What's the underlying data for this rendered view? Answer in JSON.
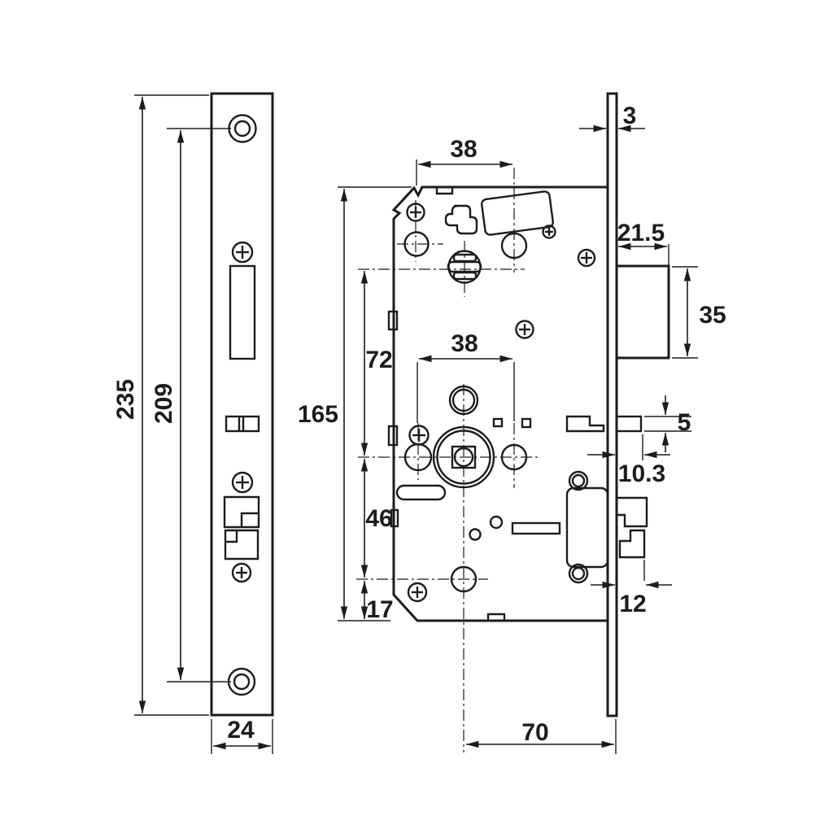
{
  "drawing": {
    "title": "mortise-lock-technical-drawing",
    "units": "mm",
    "colors": {
      "line": "#1c1c1c",
      "background": "#ffffff"
    },
    "front_view": {
      "overall_height": "235",
      "hole_spacing": "209",
      "plate_width": "24"
    },
    "side_view": {
      "top_hole_offset": "38",
      "faceplate_thickness": "3",
      "latch_projection": "21.5",
      "latch_bolt_height": "35",
      "body_height": "165",
      "follower_to_spindle": "72",
      "spindle_offset": "38",
      "aux_bolt_thickness": "5",
      "aux_bolt_projection": "10.3",
      "spindle_to_lower_hole": "46",
      "deadbolt_throw": "12",
      "lower_hole_to_bottom": "17",
      "backset": "70"
    }
  }
}
